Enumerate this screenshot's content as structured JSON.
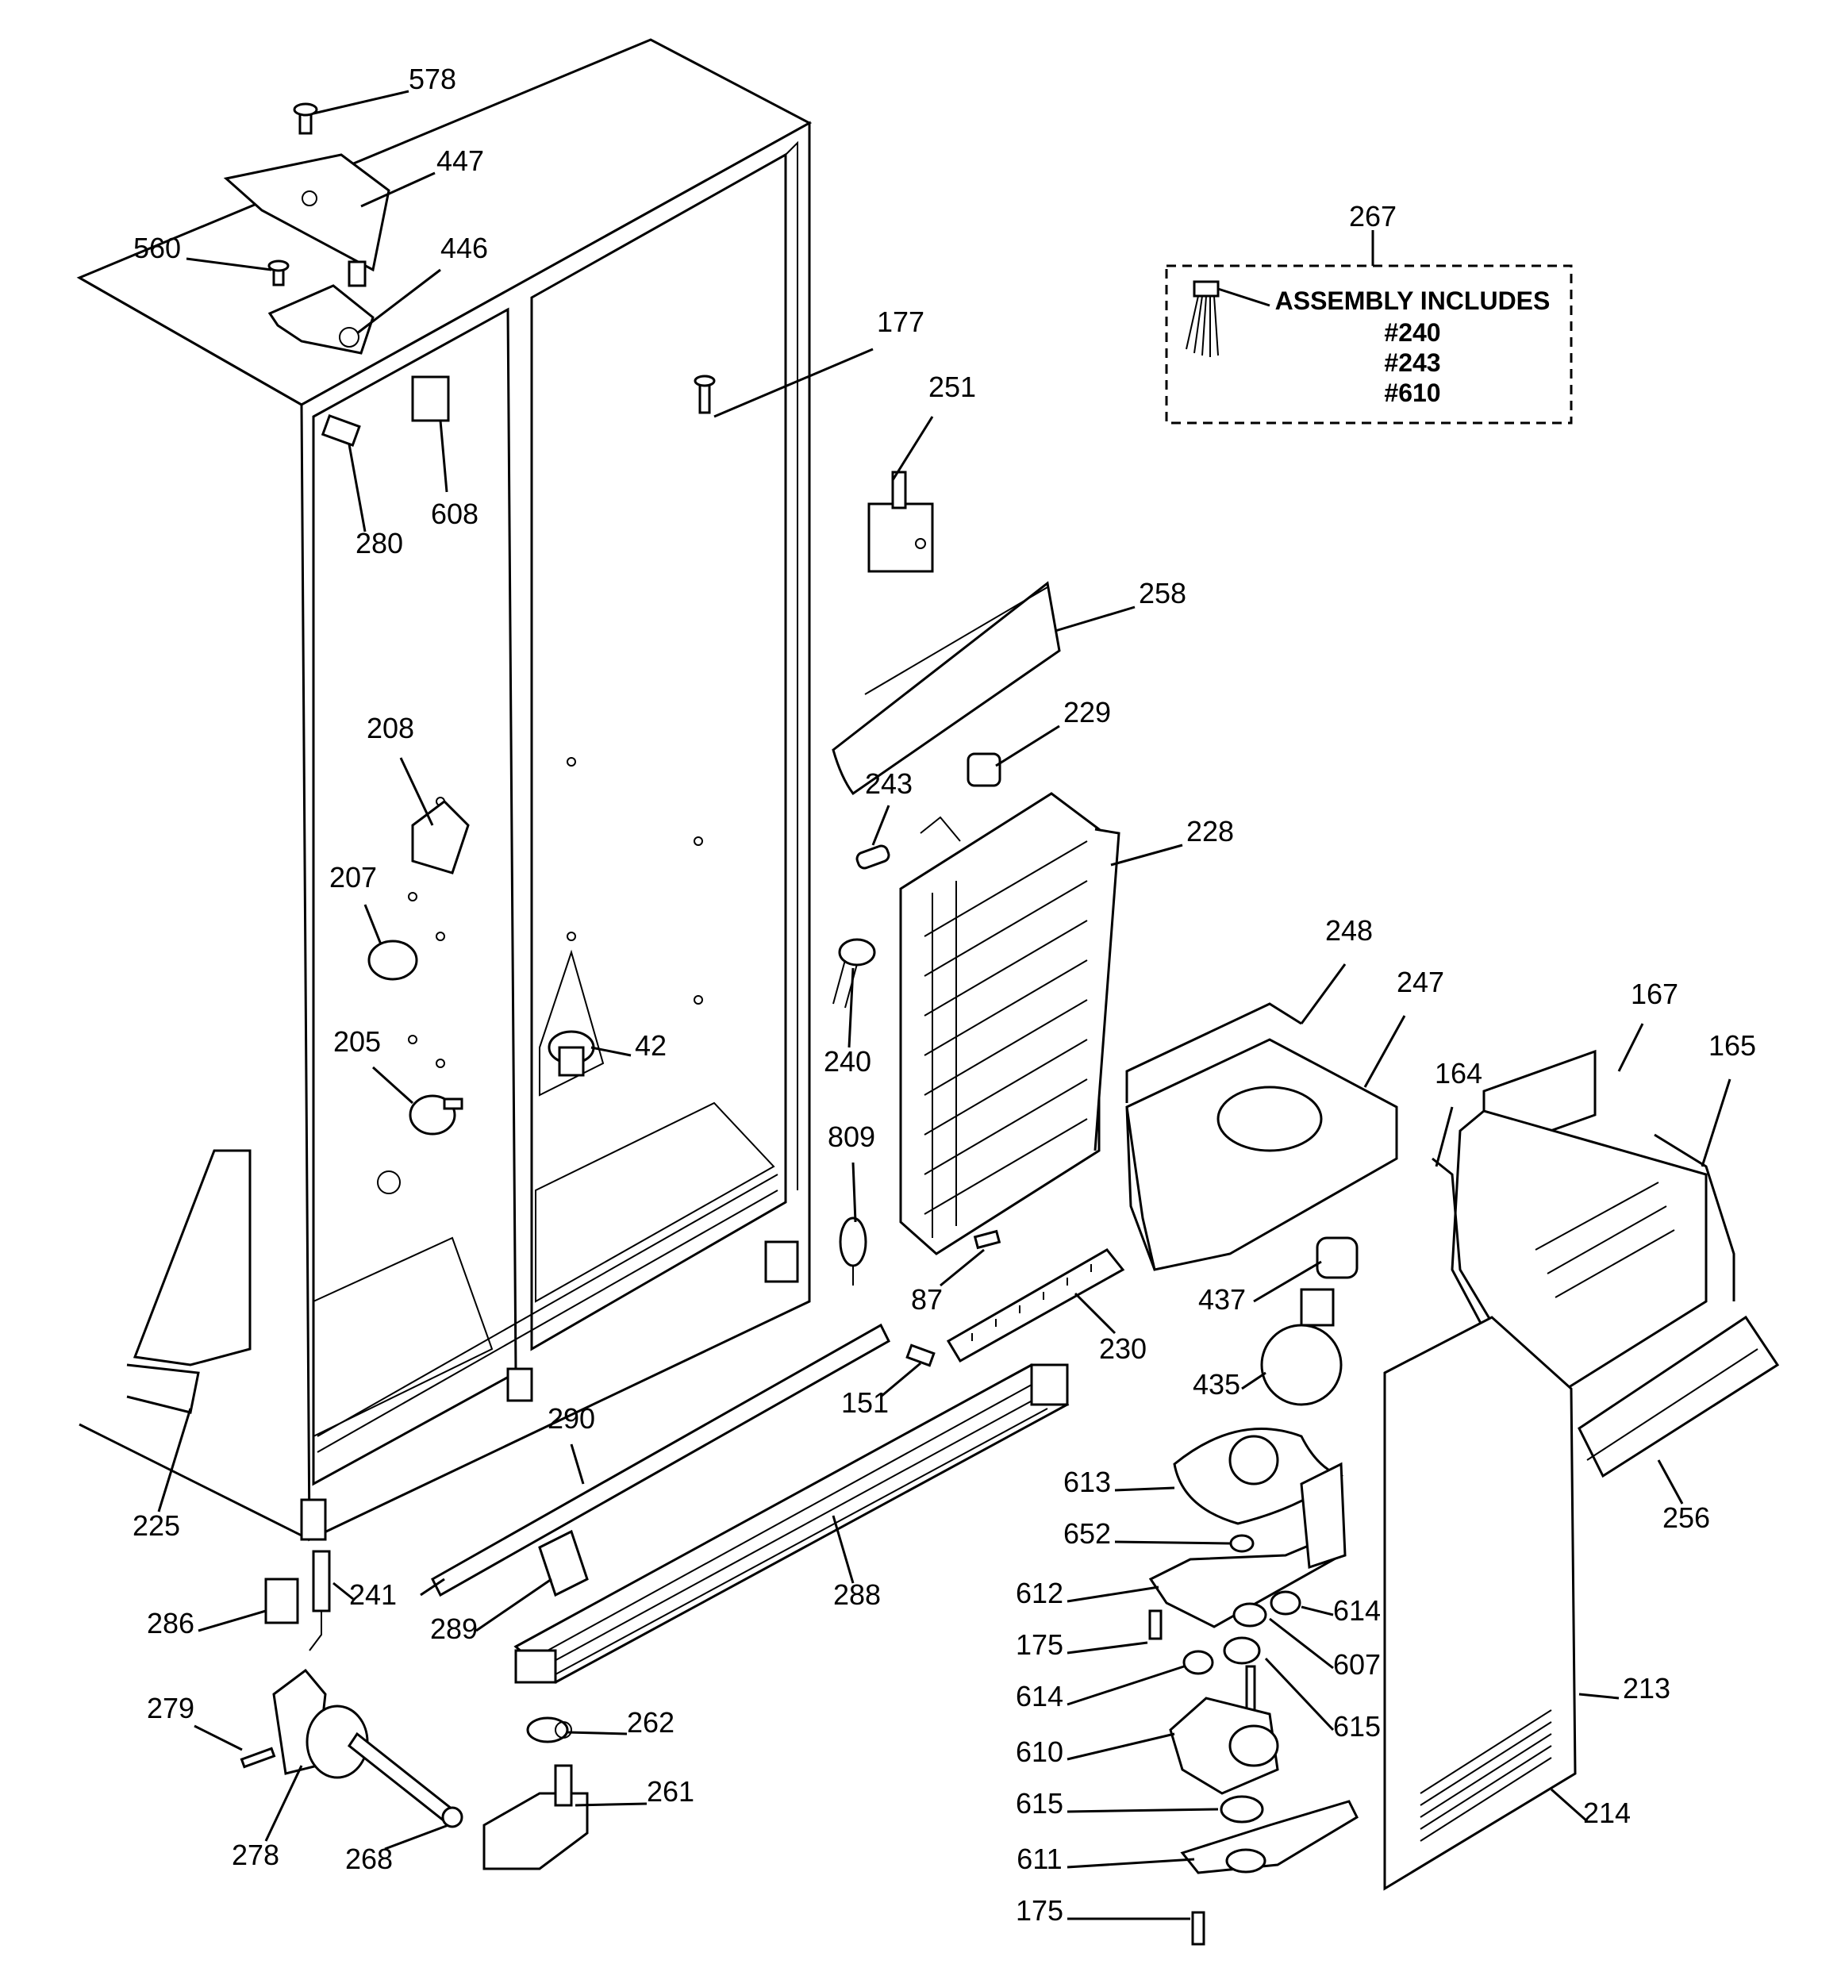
{
  "assembly_box": {
    "ref": "267",
    "heading": "ASSEMBLY INCLUDES",
    "items": [
      "#240",
      "#243",
      "#610"
    ]
  },
  "callouts": [
    {
      "id": "578",
      "text": "578"
    },
    {
      "id": "447",
      "text": "447"
    },
    {
      "id": "560",
      "text": "560"
    },
    {
      "id": "446",
      "text": "446"
    },
    {
      "id": "177",
      "text": "177"
    },
    {
      "id": "251",
      "text": "251"
    },
    {
      "id": "280",
      "text": "280"
    },
    {
      "id": "608",
      "text": "608"
    },
    {
      "id": "258",
      "text": "258"
    },
    {
      "id": "229",
      "text": "229"
    },
    {
      "id": "243",
      "text": "243"
    },
    {
      "id": "228",
      "text": "228"
    },
    {
      "id": "208",
      "text": "208"
    },
    {
      "id": "207",
      "text": "207"
    },
    {
      "id": "248",
      "text": "248"
    },
    {
      "id": "247",
      "text": "247"
    },
    {
      "id": "167",
      "text": "167"
    },
    {
      "id": "165",
      "text": "165"
    },
    {
      "id": "164",
      "text": "164"
    },
    {
      "id": "205",
      "text": "205"
    },
    {
      "id": "42",
      "text": "42"
    },
    {
      "id": "240",
      "text": "240"
    },
    {
      "id": "809",
      "text": "809"
    },
    {
      "id": "87",
      "text": "87"
    },
    {
      "id": "437",
      "text": "437"
    },
    {
      "id": "230",
      "text": "230"
    },
    {
      "id": "435",
      "text": "435"
    },
    {
      "id": "151",
      "text": "151"
    },
    {
      "id": "290",
      "text": "290"
    },
    {
      "id": "225",
      "text": "225"
    },
    {
      "id": "613",
      "text": "613"
    },
    {
      "id": "256",
      "text": "256"
    },
    {
      "id": "652",
      "text": "652"
    },
    {
      "id": "241",
      "text": "241"
    },
    {
      "id": "288",
      "text": "288"
    },
    {
      "id": "612",
      "text": "612"
    },
    {
      "id": "286",
      "text": "286"
    },
    {
      "id": "289",
      "text": "289"
    },
    {
      "id": "614a",
      "text": "614"
    },
    {
      "id": "175a",
      "text": "175"
    },
    {
      "id": "607",
      "text": "607"
    },
    {
      "id": "614b",
      "text": "614"
    },
    {
      "id": "213",
      "text": "213"
    },
    {
      "id": "279",
      "text": "279"
    },
    {
      "id": "262",
      "text": "262"
    },
    {
      "id": "615a",
      "text": "615"
    },
    {
      "id": "610",
      "text": "610"
    },
    {
      "id": "261",
      "text": "261"
    },
    {
      "id": "615b",
      "text": "615"
    },
    {
      "id": "214",
      "text": "214"
    },
    {
      "id": "278",
      "text": "278"
    },
    {
      "id": "268",
      "text": "268"
    },
    {
      "id": "611",
      "text": "611"
    },
    {
      "id": "175b",
      "text": "175"
    }
  ]
}
